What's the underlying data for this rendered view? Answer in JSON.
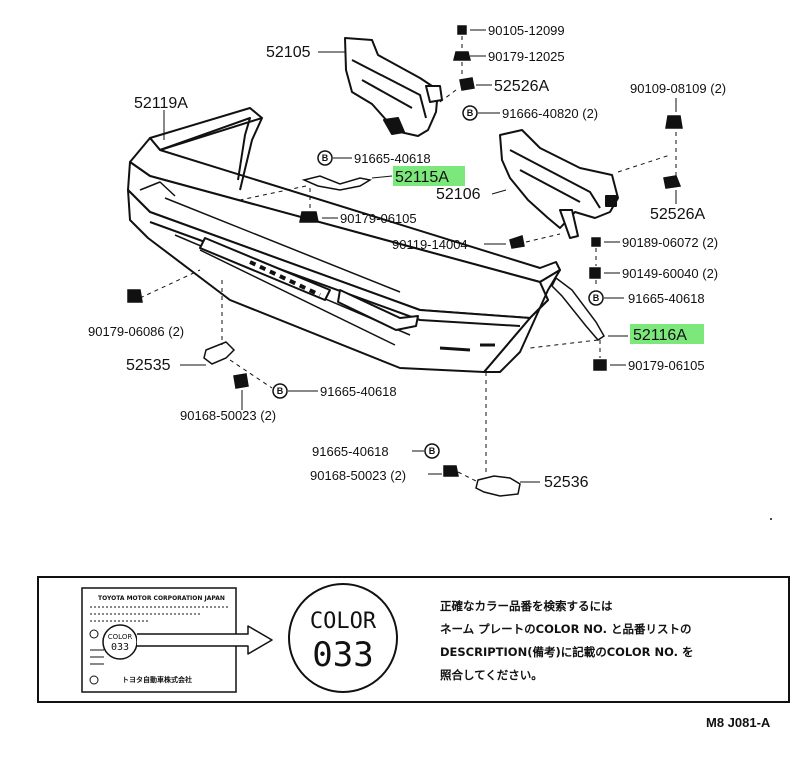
{
  "parts": {
    "p52105": "52105",
    "p90105_12099": "90105-12099",
    "p90179_12025": "90179-12025",
    "p52526A_top": "52526A",
    "p91666_40820": "91666-40820 (2)",
    "p90109_08109": "90109-08109 (2)",
    "p52119A": "52119A",
    "p91665_40618_a": "91665-40618",
    "p52115A": "52115A",
    "p52106": "52106",
    "p52526A_right": "52526A",
    "p90179_06105_a": "90179-06105",
    "p90119_14004": "90119-14004",
    "p90189_06072": "90189-06072 (2)",
    "p90149_60040": "90149-60040 (2)",
    "p91665_40618_b": "91665-40618",
    "p90179_06086": "90179-06086 (2)",
    "p52116A": "52116A",
    "p52535": "52535",
    "p90179_06105_b": "90179-06105",
    "p91665_40618_c": "91665-40618",
    "p90168_50023_a": "90168-50023 (2)",
    "p91665_40618_d": "91665-40618",
    "p90168_50023_b": "90168-50023 (2)",
    "p52536": "52536"
  },
  "color_box": {
    "plate_header": "TOYOTA MOTOR CORPORATION JAPAN",
    "plate_color_small": "COLOR",
    "plate_code_small": "033",
    "plate_footer": "トヨタ自動車株式会社",
    "color_word": "COLOR",
    "color_code": "033",
    "note_line1": "正確なカラー品番を検索するには",
    "note_line2": "ネーム プレートのCOLOR NO. と品番リストの",
    "note_line3": "DESCRIPTION(備考)に記載のCOLOR NO. を",
    "note_line4": "照合してください。"
  },
  "footer_code": "M8 J081-A",
  "colors": {
    "highlight": "#7CE87C",
    "ink": "#111111"
  }
}
